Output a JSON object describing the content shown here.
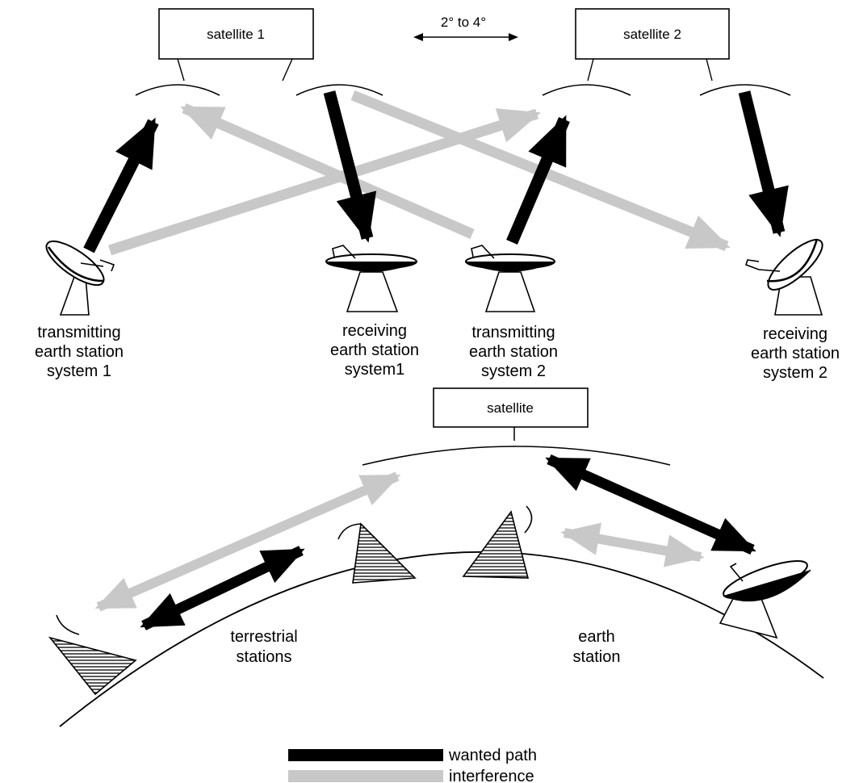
{
  "top": {
    "satellite1": "satellite 1",
    "satellite2": "satellite 2",
    "separation": "2° to 4°",
    "stations": [
      [
        "transmitting",
        "earth station",
        "system 1"
      ],
      [
        "receiving",
        "earth station",
        "system1"
      ],
      [
        "transmitting",
        "earth station",
        "system 2"
      ],
      [
        "receiving",
        "earth station",
        "system 2"
      ]
    ]
  },
  "bottom": {
    "satellite": "satellite",
    "terrestrial": [
      "terrestrial",
      "stations"
    ],
    "earth": [
      "earth",
      "station"
    ]
  },
  "legend": {
    "wanted": "wanted path",
    "interference": "interference"
  },
  "colors": {
    "wanted": "#000000",
    "interference": "#c8c8c8",
    "outline": "#000000",
    "background": "#ffffff"
  }
}
